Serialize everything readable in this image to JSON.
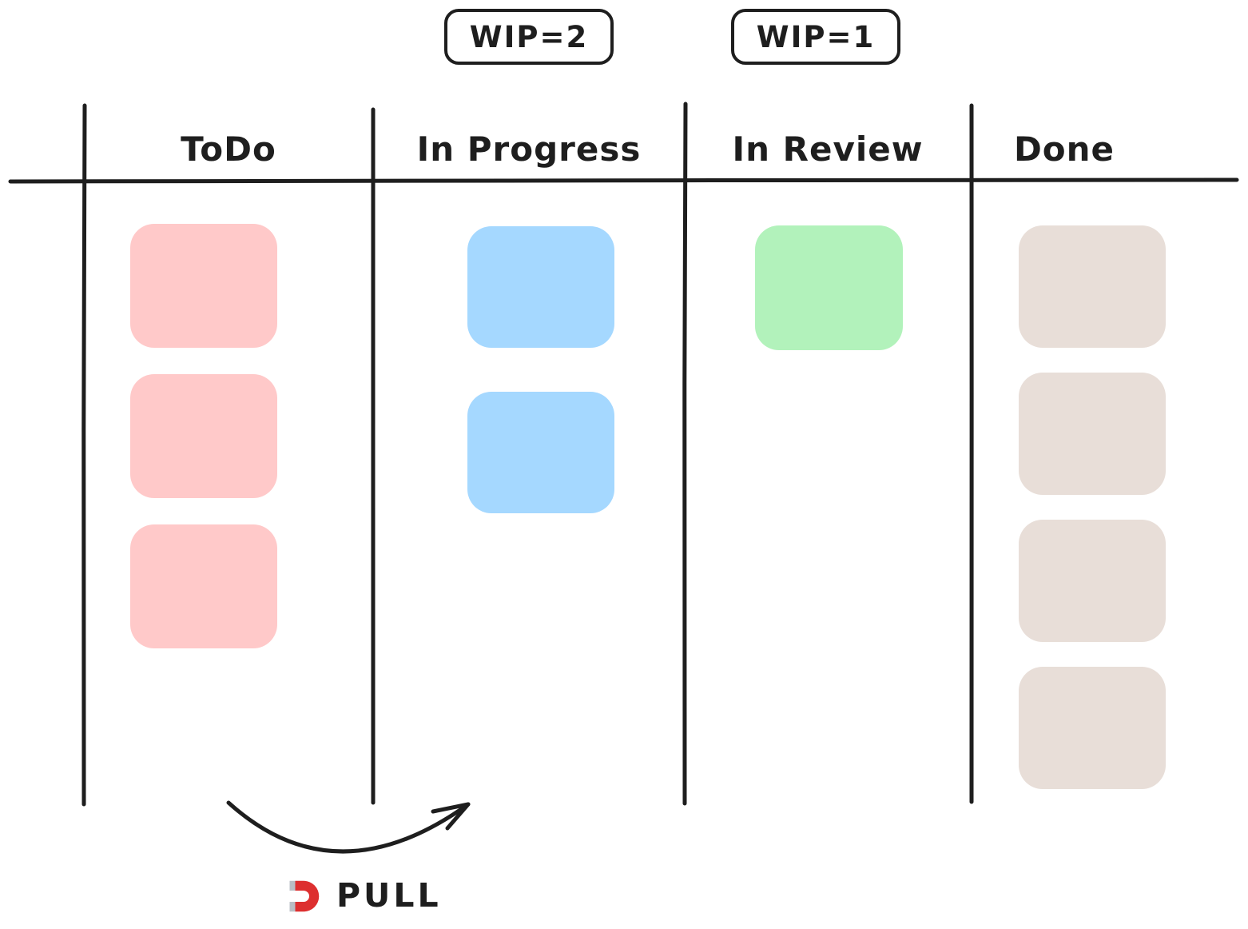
{
  "diagram": {
    "type": "kanban-board-sketch",
    "wip_badges": [
      {
        "label": "WIP=2",
        "applies_to": "In Progress"
      },
      {
        "label": "WIP=1",
        "applies_to": "In Review"
      }
    ],
    "columns": [
      {
        "label": "ToDo",
        "card_count": 3,
        "card_color": "#ffc9c9"
      },
      {
        "label": "In Progress",
        "card_count": 2,
        "card_color": "#a5d8ff"
      },
      {
        "label": "In Review",
        "card_count": 1,
        "card_color": "#b2f2bb"
      },
      {
        "label": "Done",
        "card_count": 4,
        "card_color": "#e8ded8"
      }
    ],
    "pull_annotation": {
      "icon": "magnet-icon",
      "label": "PULL"
    },
    "colors": {
      "ink": "#1e1e1e",
      "todo_card": "#ffc9c9",
      "in_progress_card": "#a5d8ff",
      "in_review_card": "#b2f2bb",
      "done_card": "#e8ded8",
      "magnet_red": "#dd2f2f",
      "magnet_tip": "#b9bec4"
    }
  }
}
